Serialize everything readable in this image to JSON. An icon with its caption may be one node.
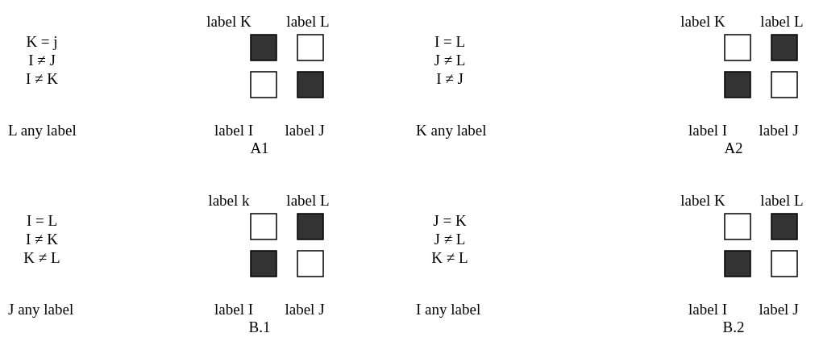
{
  "diagram": {
    "labels": [
      "K = j",
      "I ≠ J",
      "I ≠ K",
      "L any label",
      "label K",
      "label L",
      "label I",
      "label J",
      "A1",
      "I = L",
      "J ≠ L",
      "I ≠ J",
      "K any label",
      "label K",
      "label L",
      "label I",
      "label J",
      "A2",
      "I = L",
      "I ≠ K",
      "K ≠ L",
      "J any label",
      "label k",
      "label L",
      "label I",
      "label J",
      "B.1",
      "J = K",
      "J ≠ L",
      "K ≠ L",
      "I any label",
      "label K",
      "label L",
      "label I",
      "label J",
      "B.2"
    ]
  }
}
